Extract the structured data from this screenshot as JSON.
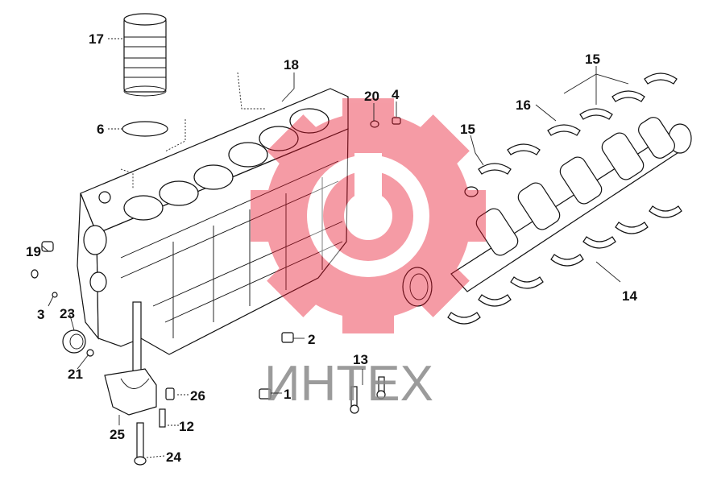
{
  "watermark": {
    "text": "ИНТЕХ",
    "color": "#e8132a",
    "text_color": "#8a8a8a"
  },
  "labels": {
    "p1": "1",
    "p2": "2",
    "p3": "3",
    "p4": "4",
    "p6": "6",
    "p12": "12",
    "p13": "13",
    "p14": "14",
    "p15a": "15",
    "p15b": "15",
    "p16": "16",
    "p17": "17",
    "p18": "18",
    "p19": "19",
    "p20": "20",
    "p21": "21",
    "p23": "23",
    "p24": "24",
    "p25": "25",
    "p26": "26"
  }
}
